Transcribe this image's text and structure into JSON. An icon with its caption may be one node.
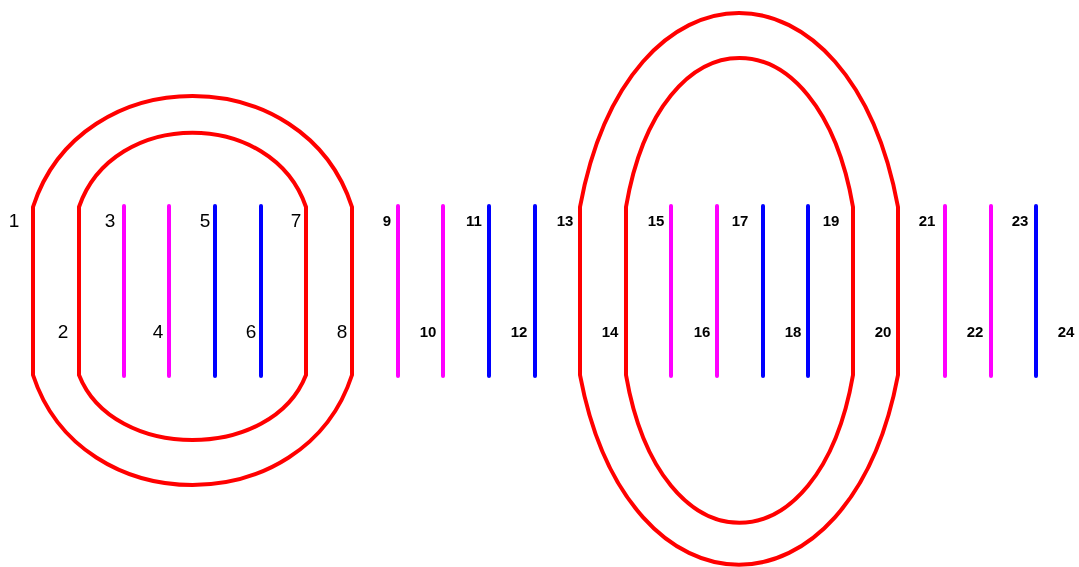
{
  "diagram": {
    "labels": [
      "1",
      "2",
      "3",
      "4",
      "5",
      "6",
      "7",
      "8",
      "9",
      "10",
      "11",
      "12",
      "13",
      "14",
      "15",
      "16",
      "17",
      "18",
      "19",
      "20",
      "21",
      "22",
      "23",
      "24"
    ]
  }
}
